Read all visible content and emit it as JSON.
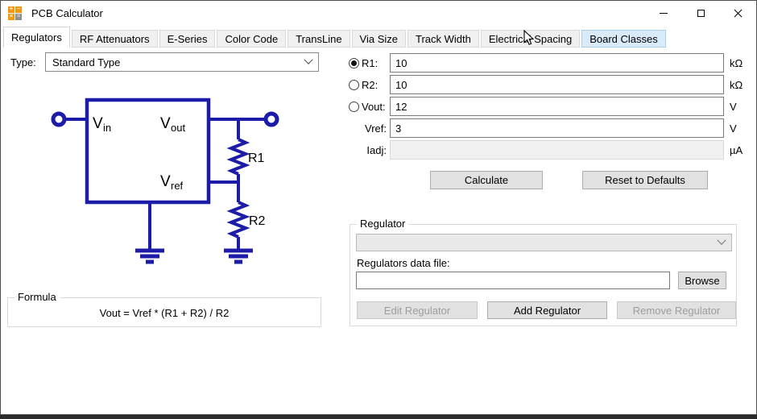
{
  "window": {
    "title": "PCB Calculator",
    "controls": [
      {
        "name": "minimize"
      },
      {
        "name": "maximize"
      },
      {
        "name": "close"
      }
    ]
  },
  "tabs": [
    {
      "label": "Regulators",
      "state": "active"
    },
    {
      "label": "RF Attenuators",
      "state": "normal"
    },
    {
      "label": "E-Series",
      "state": "normal"
    },
    {
      "label": "Color Code",
      "state": "normal"
    },
    {
      "label": "TransLine",
      "state": "normal"
    },
    {
      "label": "Via Size",
      "state": "normal"
    },
    {
      "label": "Track Width",
      "state": "normal"
    },
    {
      "label": "Electrical Spacing",
      "state": "normal"
    },
    {
      "label": "Board Classes",
      "state": "hover"
    }
  ],
  "left_panel": {
    "type_label": "Type:",
    "type_value": "Standard Type",
    "schematic": {
      "color": "#1c1ca8",
      "vin_main": "V",
      "vin_sub": "in",
      "vout_main": "V",
      "vout_sub": "out",
      "vref_main": "V",
      "vref_sub": "ref",
      "r1_label": "R1",
      "r2_label": "R2"
    },
    "formula": {
      "title": "Formula",
      "text": "Vout = Vref * (R1 + R2) / R2"
    }
  },
  "calculator": {
    "rows": [
      {
        "label": "R1:",
        "value": "10",
        "unit": "kΩ",
        "radio": true,
        "selected": true,
        "enabled": true
      },
      {
        "label": "R2:",
        "value": "10",
        "unit": "kΩ",
        "radio": true,
        "selected": false,
        "enabled": true
      },
      {
        "label": "Vout:",
        "value": "12",
        "unit": "V",
        "radio": true,
        "selected": false,
        "enabled": true
      },
      {
        "label": "Vref:",
        "value": "3",
        "unit": "V",
        "radio": false,
        "selected": false,
        "enabled": true
      },
      {
        "label": "Iadj:",
        "value": "",
        "unit": "µA",
        "radio": false,
        "selected": false,
        "enabled": false
      }
    ],
    "calculate_label": "Calculate",
    "reset_label": "Reset to Defaults"
  },
  "regulator_group": {
    "title": "Regulator",
    "combo_value": "",
    "data_file_label": "Regulators data file:",
    "data_file_value": "",
    "browse_label": "Browse",
    "edit_label": "Edit Regulator",
    "add_label": "Add Regulator",
    "remove_label": "Remove Regulator"
  }
}
